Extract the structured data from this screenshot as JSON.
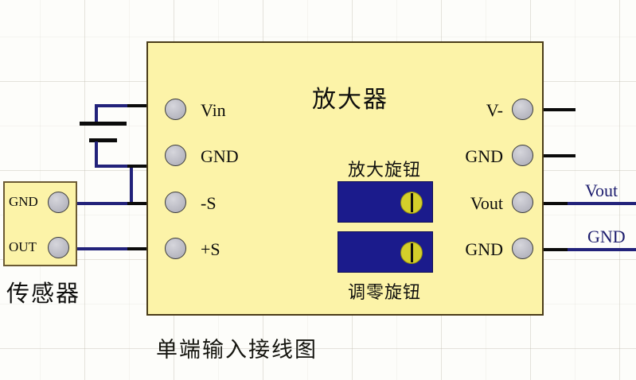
{
  "diagram": {
    "caption": "单端输入接线图",
    "amplifier": {
      "title": "放大器",
      "left_terminals": [
        {
          "label": "Vin"
        },
        {
          "label": "GND"
        },
        {
          "label": "-S"
        },
        {
          "label": "+S"
        }
      ],
      "right_terminals": [
        {
          "label": "V-"
        },
        {
          "label": "GND"
        },
        {
          "label": "Vout"
        },
        {
          "label": "GND"
        }
      ],
      "knobs": [
        {
          "caption": "放大旋钮",
          "position": "above"
        },
        {
          "caption": "调零旋钮",
          "position": "below"
        }
      ]
    },
    "sensor": {
      "caption": "传感器",
      "terminals": [
        {
          "label": "GND"
        },
        {
          "label": "OUT"
        }
      ]
    },
    "output_labels": [
      {
        "label": "Vout"
      },
      {
        "label": "GND"
      }
    ],
    "colors": {
      "board": "#fcf3a8",
      "board_border": "#4a3c18",
      "knob_panel": "#1b1b8c",
      "knob": "#d4cf2a",
      "wire": "#22227a",
      "stub": "#0b0b0b",
      "pad": "#bdbdc6",
      "output_label_text": "#1d1d6e"
    }
  }
}
